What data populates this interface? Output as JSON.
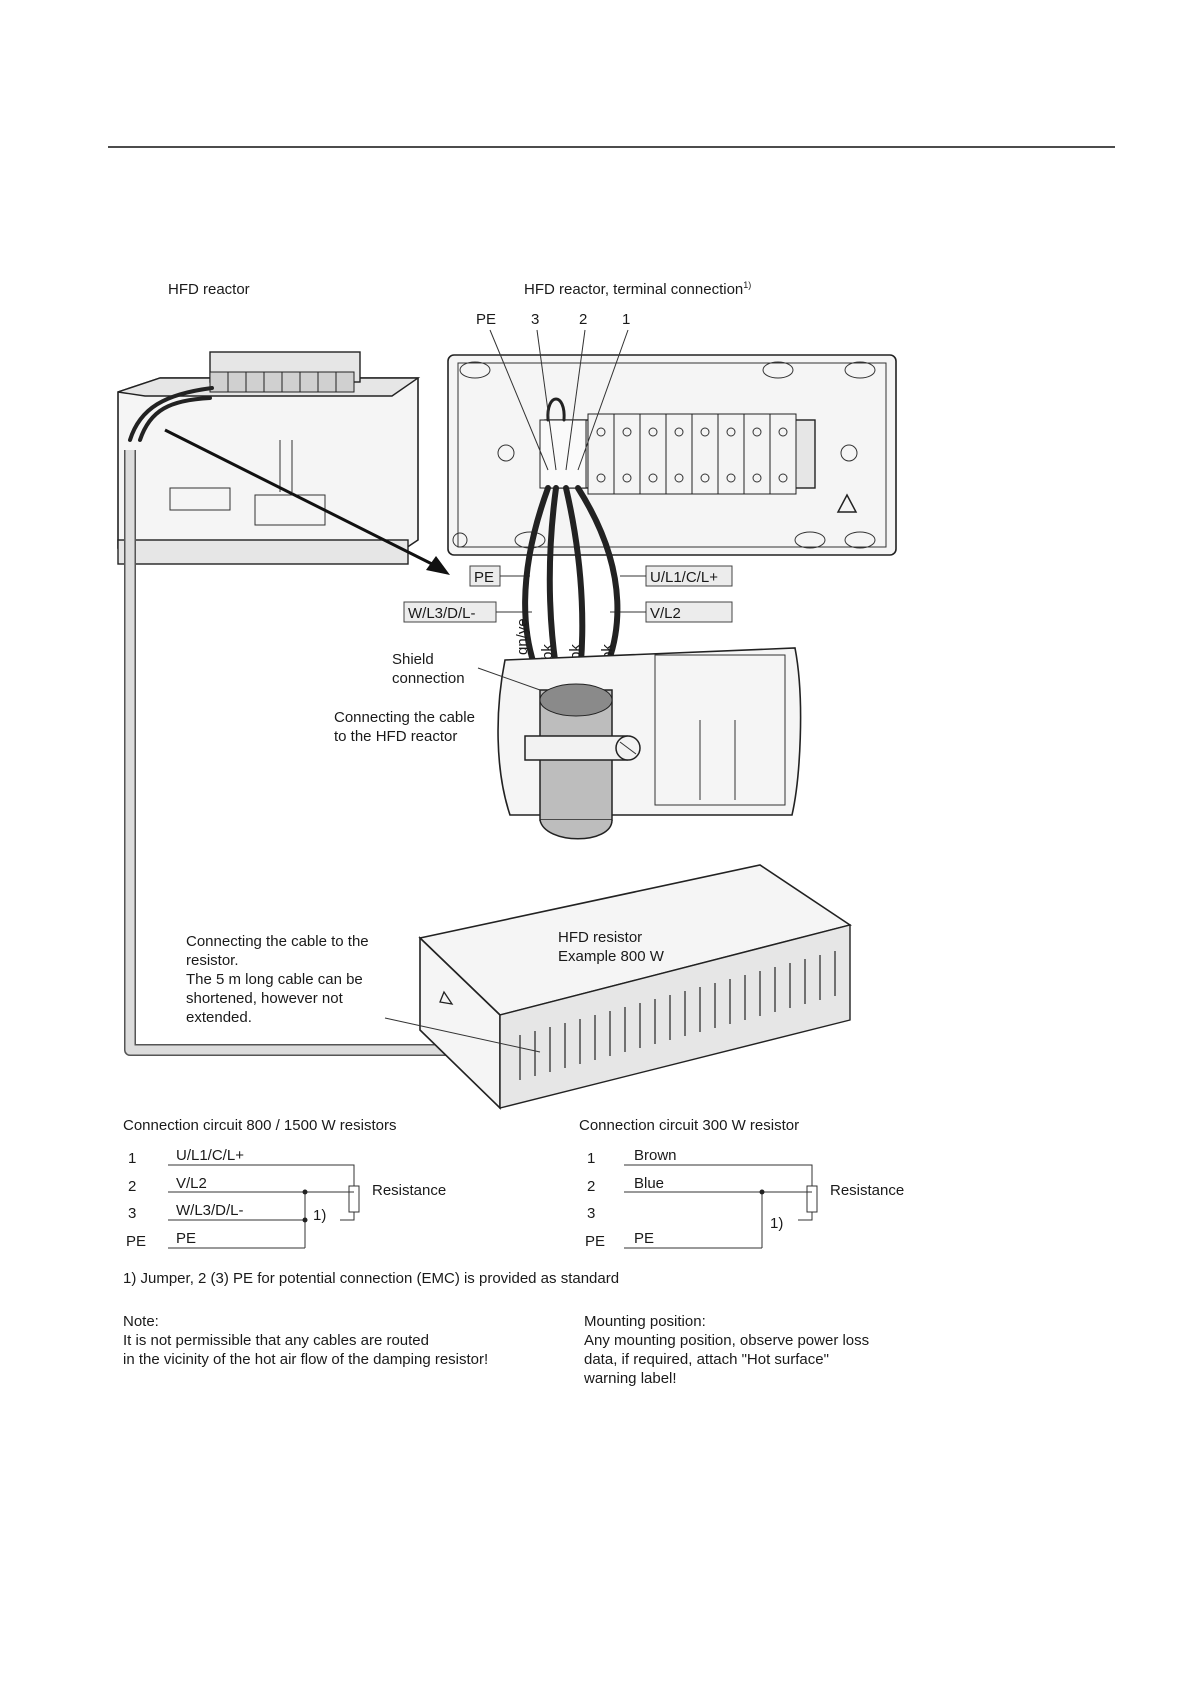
{
  "reactor": {
    "title": "HFD reactor",
    "terminal_title": "HFD reactor, terminal connection",
    "terminal_title_sup": "1)",
    "terminal_numbers": [
      "PE",
      "3",
      "2",
      "1"
    ],
    "boxes": {
      "pe": "PE",
      "u": "U/L1/C/L+",
      "w": "W/L3/D/L-",
      "v": "V/L2"
    },
    "wire_colors": [
      "gn/ye",
      "bk",
      "bk",
      "bk"
    ],
    "shield": [
      "Shield",
      "connection"
    ],
    "connect_cable": [
      "Connecting the cable",
      "to the HFD reactor"
    ]
  },
  "resistor": {
    "title": [
      "HFD resistor",
      "Example 800 W"
    ],
    "connect_cable": [
      "Connecting the cable to the",
      "resistor.",
      "The 5 m long cable can be",
      "shortened, however not",
      "extended."
    ]
  },
  "circuit_left": {
    "title": "Connection circuit 800 / 1500 W resistors",
    "rows": [
      {
        "num": "1",
        "name": "U/L1/C/L+"
      },
      {
        "num": "2",
        "name": "V/L2"
      },
      {
        "num": "3",
        "name": "W/L3/D/L-"
      },
      {
        "num": "PE",
        "name": "PE"
      }
    ],
    "jumper": "1)",
    "resistance": "Resistance"
  },
  "circuit_right": {
    "title": "Connection circuit 300 W resistor",
    "rows": [
      {
        "num": "1",
        "name": "Brown"
      },
      {
        "num": "2",
        "name": "Blue"
      },
      {
        "num": "3",
        "name": ""
      },
      {
        "num": "PE",
        "name": "PE"
      }
    ],
    "jumper": "1)",
    "resistance": "Resistance"
  },
  "footnote": "1) Jumper, 2 (3) PE for potential connection (EMC) is provided as standard",
  "note": {
    "title": "Note:",
    "lines": [
      "It is not permissible that any cables are routed",
      "in the vicinity of the hot air flow of the damping resistor!"
    ]
  },
  "mounting": {
    "title": "Mounting position:",
    "lines": [
      "Any mounting position, observe power loss",
      "data, if required, attach \"Hot surface\"",
      "warning label!"
    ]
  }
}
